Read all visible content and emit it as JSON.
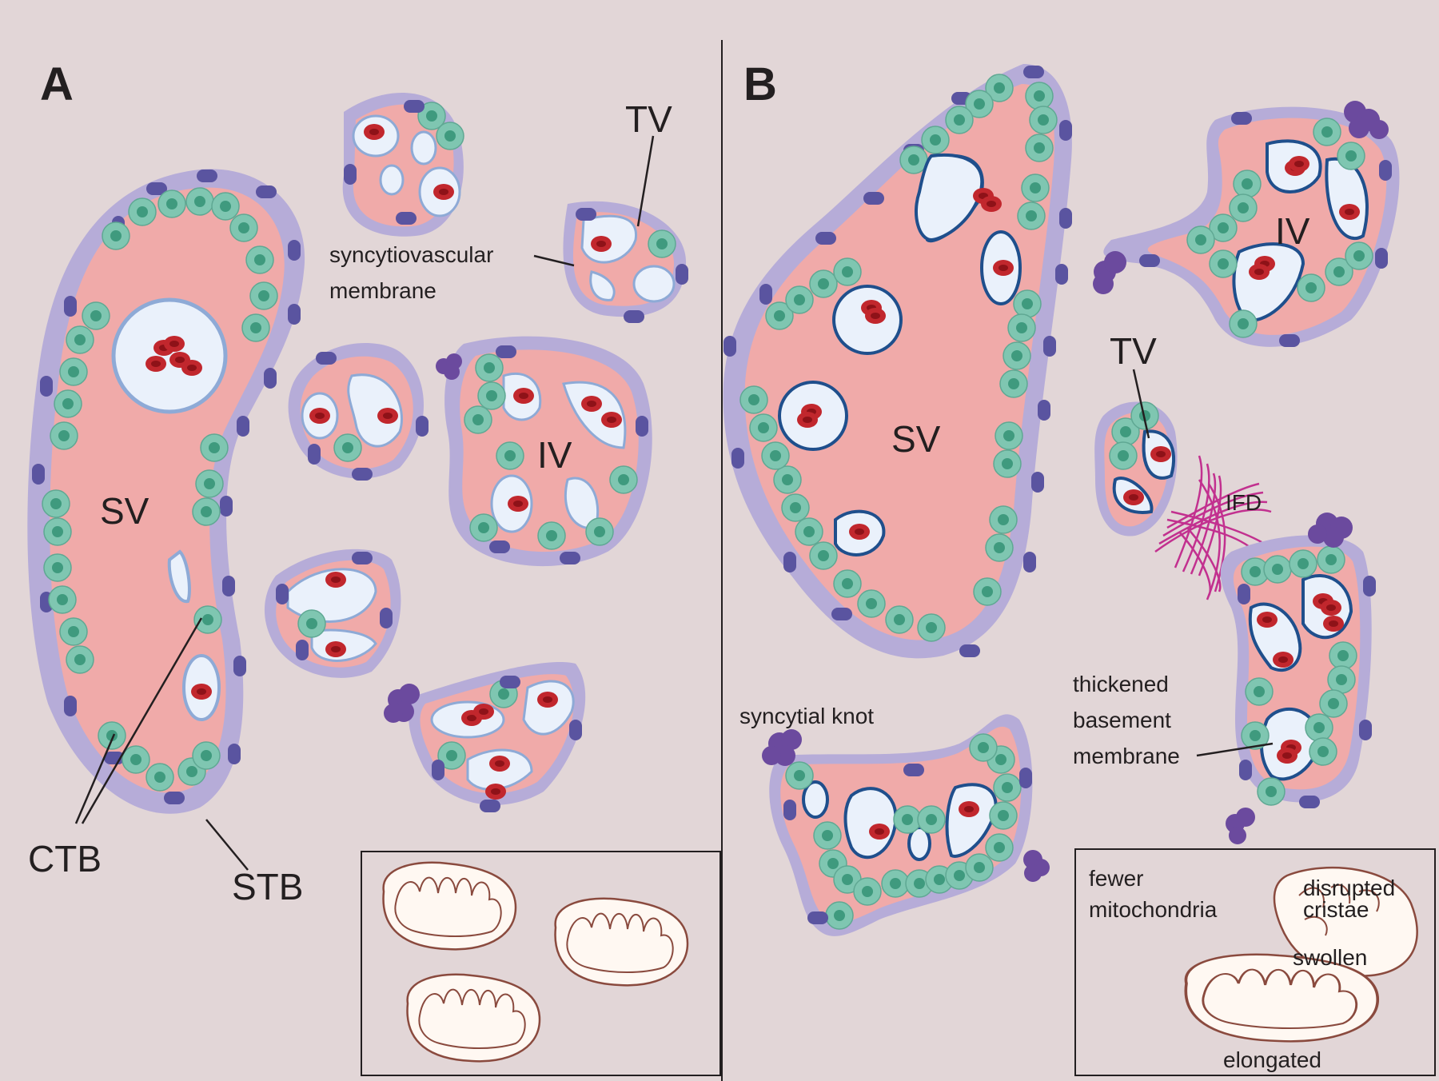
{
  "panels": {
    "a": {
      "letter": "A",
      "sv": "SV",
      "tv": "TV",
      "iv": "IV",
      "syncytiovascular": [
        "syncytiovascular",
        "membrane"
      ],
      "ctb": "CTB",
      "stb": "STB"
    },
    "b": {
      "letter": "B",
      "sv": "SV",
      "tv": "TV",
      "iv": "IV",
      "ifd": "IFD",
      "syncytial_knot": "syncytial knot",
      "thickened": [
        "thickened",
        "basement",
        "membrane"
      ],
      "mito": {
        "fewer": [
          "fewer",
          "mitochondria"
        ],
        "disrupted": [
          "disrupted",
          "cristae"
        ],
        "swollen": "swollen",
        "elongated": "elongated"
      }
    }
  },
  "colors": {
    "background": "#e2d6d7",
    "stroma": "#f0aaa9",
    "trophoblast_layer": "#b6acd8",
    "stb_nucleus": "#5a54a0",
    "ctb_cell": "#7fc6b1",
    "ctb_nucleus": "#3f9a7e",
    "vessel": "#eaf1fb",
    "vessel_wall_normal": "#8eaad6",
    "vessel_wall_thick": "#1f4f8c",
    "rbc": "#c1272d",
    "knot": "#6b4a9e",
    "fibrin": "#c2308f",
    "mito_outline": "#8a4a3e"
  }
}
